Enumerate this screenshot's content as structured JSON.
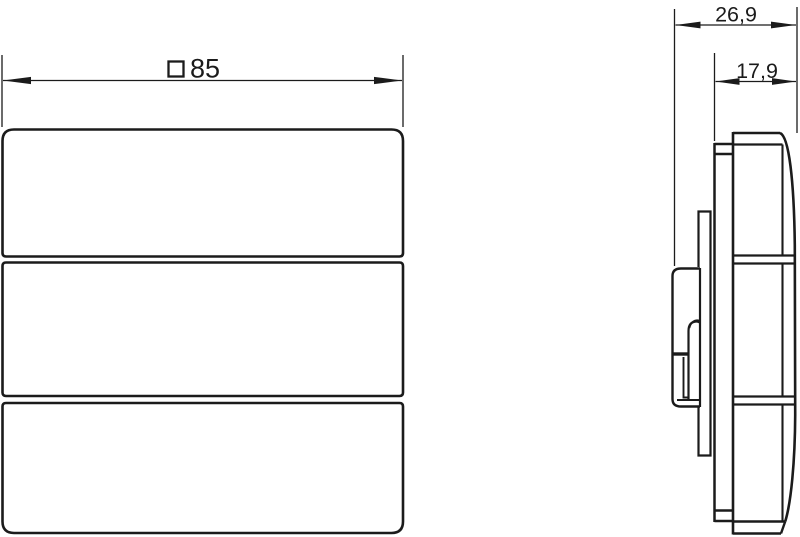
{
  "drawing": {
    "type": "technical-dimension-drawing",
    "views": {
      "front_view": {
        "name": "front view, square push-button with 3 rocker sections",
        "rocker_count": 3,
        "width_dimension": {
          "symbol": "square-symbol",
          "value": "85"
        }
      },
      "side_view": {
        "name": "side profile view with mounting claw",
        "depth_total": "26,9",
        "depth_front": "17,9"
      }
    },
    "colors": {
      "line": "#1b1b1b",
      "background": "#ffffff"
    }
  }
}
